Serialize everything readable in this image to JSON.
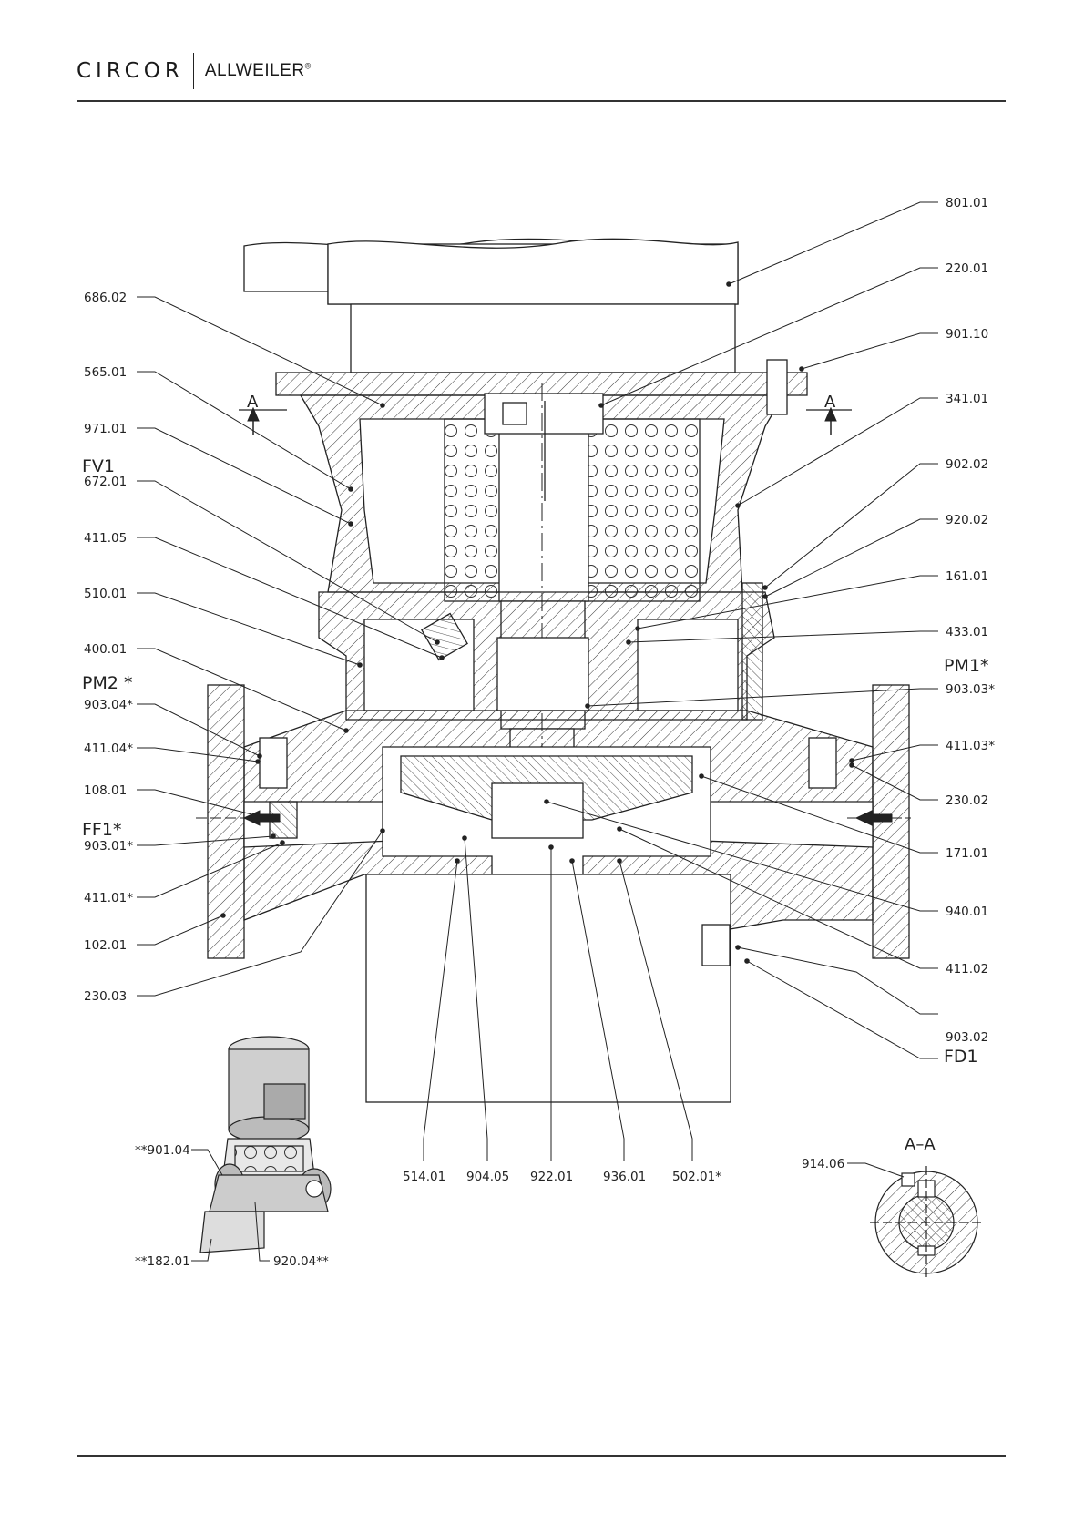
{
  "header": {
    "brand": "CIRCOR",
    "product_brand": "ALLWEILER",
    "registered_mark": "®"
  },
  "section_view": {
    "title": "A–A",
    "cut_marker": "A"
  },
  "labels_left": [
    {
      "id": "686",
      "text": "686.02"
    },
    {
      "id": "565",
      "text": "565.01"
    },
    {
      "id": "971",
      "text": "971.01"
    },
    {
      "id": "fv1",
      "text": "FV1"
    },
    {
      "id": "672",
      "text": "672.01"
    },
    {
      "id": "411-05",
      "text": "411.05"
    },
    {
      "id": "510",
      "text": "510.01"
    },
    {
      "id": "400",
      "text": "400.01"
    },
    {
      "id": "pm2",
      "text": "PM2 *"
    },
    {
      "id": "903-04",
      "text": "903.04*"
    },
    {
      "id": "411-04",
      "text": "411.04*"
    },
    {
      "id": "108",
      "text": "108.01"
    },
    {
      "id": "ff1",
      "text": "FF1*"
    },
    {
      "id": "903-01",
      "text": "903.01*"
    },
    {
      "id": "411-01",
      "text": "411.01*"
    },
    {
      "id": "102",
      "text": "102.01"
    },
    {
      "id": "230-03",
      "text": "230.03"
    }
  ],
  "labels_right": [
    {
      "id": "801",
      "text": "801.01"
    },
    {
      "id": "220",
      "text": "220.01"
    },
    {
      "id": "901-10",
      "text": "901.10"
    },
    {
      "id": "341",
      "text": "341.01"
    },
    {
      "id": "902",
      "text": "902.02"
    },
    {
      "id": "920",
      "text": "920.02"
    },
    {
      "id": "161",
      "text": "161.01"
    },
    {
      "id": "433",
      "text": "433.01"
    },
    {
      "id": "pm1",
      "text": "PM1*"
    },
    {
      "id": "903-03",
      "text": "903.03*"
    },
    {
      "id": "411-03",
      "text": "411.03*"
    },
    {
      "id": "230-02",
      "text": "230.02"
    },
    {
      "id": "171",
      "text": "171.01"
    },
    {
      "id": "940",
      "text": "940.01"
    },
    {
      "id": "411-02",
      "text": "411.02"
    },
    {
      "id": "903-02",
      "text": "903.02"
    },
    {
      "id": "fd1",
      "text": "FD1"
    }
  ],
  "labels_bottom": [
    {
      "id": "514",
      "text": "514.01"
    },
    {
      "id": "904",
      "text": "904.05"
    },
    {
      "id": "922",
      "text": "922.01"
    },
    {
      "id": "936",
      "text": "936.01"
    },
    {
      "id": "502",
      "text": "502.01*"
    }
  ],
  "labels_inset": [
    {
      "id": "901-04",
      "text": "**901.04"
    },
    {
      "id": "182",
      "text": "**182.01"
    },
    {
      "id": "920-04",
      "text": "920.04**"
    },
    {
      "id": "914",
      "text": "914.06"
    }
  ]
}
